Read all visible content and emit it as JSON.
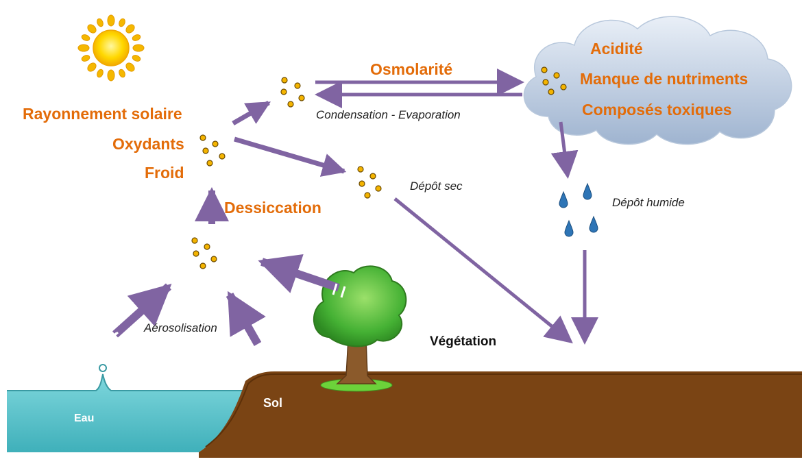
{
  "labels": {
    "solar": "Rayonnement solaire",
    "oxidants": "Oxydants",
    "cold": "Froid",
    "desiccation": "Dessiccation",
    "osmolarity": "Osmolarité",
    "condensation": "Condensation - Evaporation",
    "acidity": "Acidité",
    "nutrients": "Manque de nutriments",
    "toxic": "Composés toxiques",
    "dry_deposit": "Dépôt sec",
    "wet_deposit": "Dépôt humide",
    "aerosolisation": "Aérosolisation",
    "vegetation": "Végétation",
    "soil": "Sol",
    "water": "Eau"
  },
  "colors": {
    "orange_text": "#E36C09",
    "arrow": "#8064A2",
    "particle": "#F4B400",
    "water": "#5DC6CE",
    "soil": "#7A4414",
    "foliage": "#4CB83A",
    "trunk": "#8B5A2B",
    "droplet": "#2E75B6",
    "cloud": "#C9D6E8"
  },
  "icons": [
    "sun-icon",
    "cloud-icon",
    "tree-icon",
    "water-droplet-icon",
    "particle-cluster-icon"
  ]
}
